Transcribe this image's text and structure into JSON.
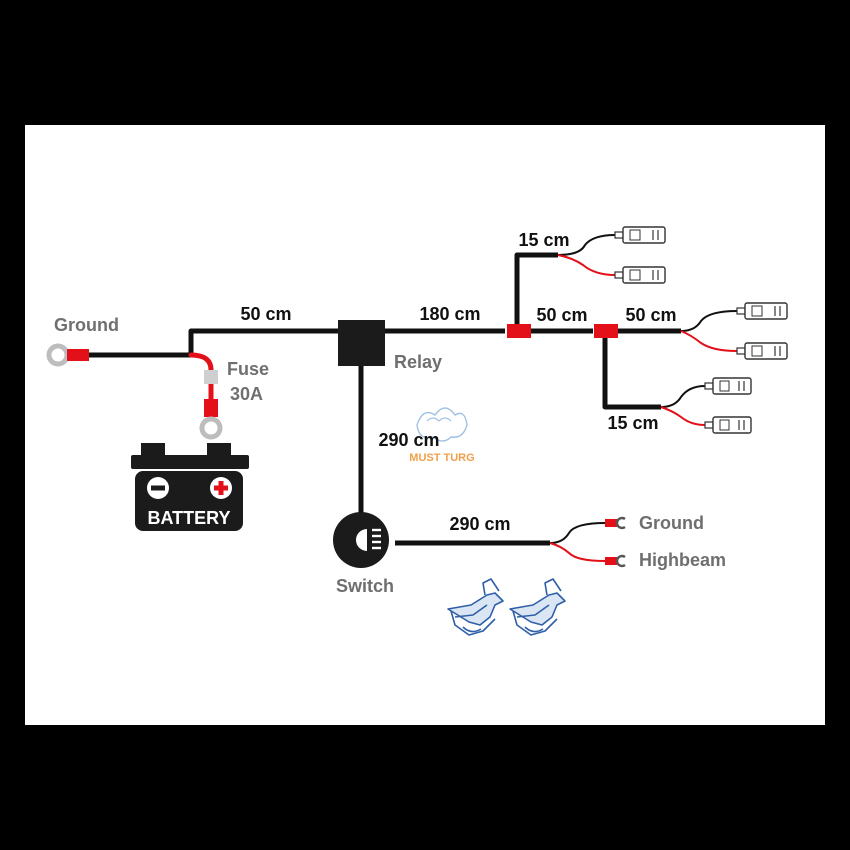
{
  "labels": {
    "ground_top": "Ground",
    "fuse": "Fuse",
    "fuse_rating": "30A",
    "battery": "BATTERY",
    "relay": "Relay",
    "switch": "Switch",
    "ground_out": "Ground",
    "highbeam": "Highbeam",
    "watermark": "MUST TURG"
  },
  "lengths": {
    "ground_to_relay": "50 cm",
    "relay_to_split": "180 cm",
    "split_top_branch": "15 cm",
    "split_to_second": "50 cm",
    "second_to_lamp": "50 cm",
    "second_bottom_branch": "15 cm",
    "relay_to_switch": "290 cm",
    "switch_to_lamp": "290 cm"
  },
  "colors": {
    "wire": "#111111",
    "red": "#e3101a",
    "grey_text": "#6f6f6f",
    "clip_blue": "#2f5fa8",
    "watermark": "#f0a04b"
  },
  "icons": {
    "battery": "battery-icon",
    "relay": "relay-box",
    "switch": "headlight-switch-icon",
    "clips": "splice-clip-icon"
  }
}
